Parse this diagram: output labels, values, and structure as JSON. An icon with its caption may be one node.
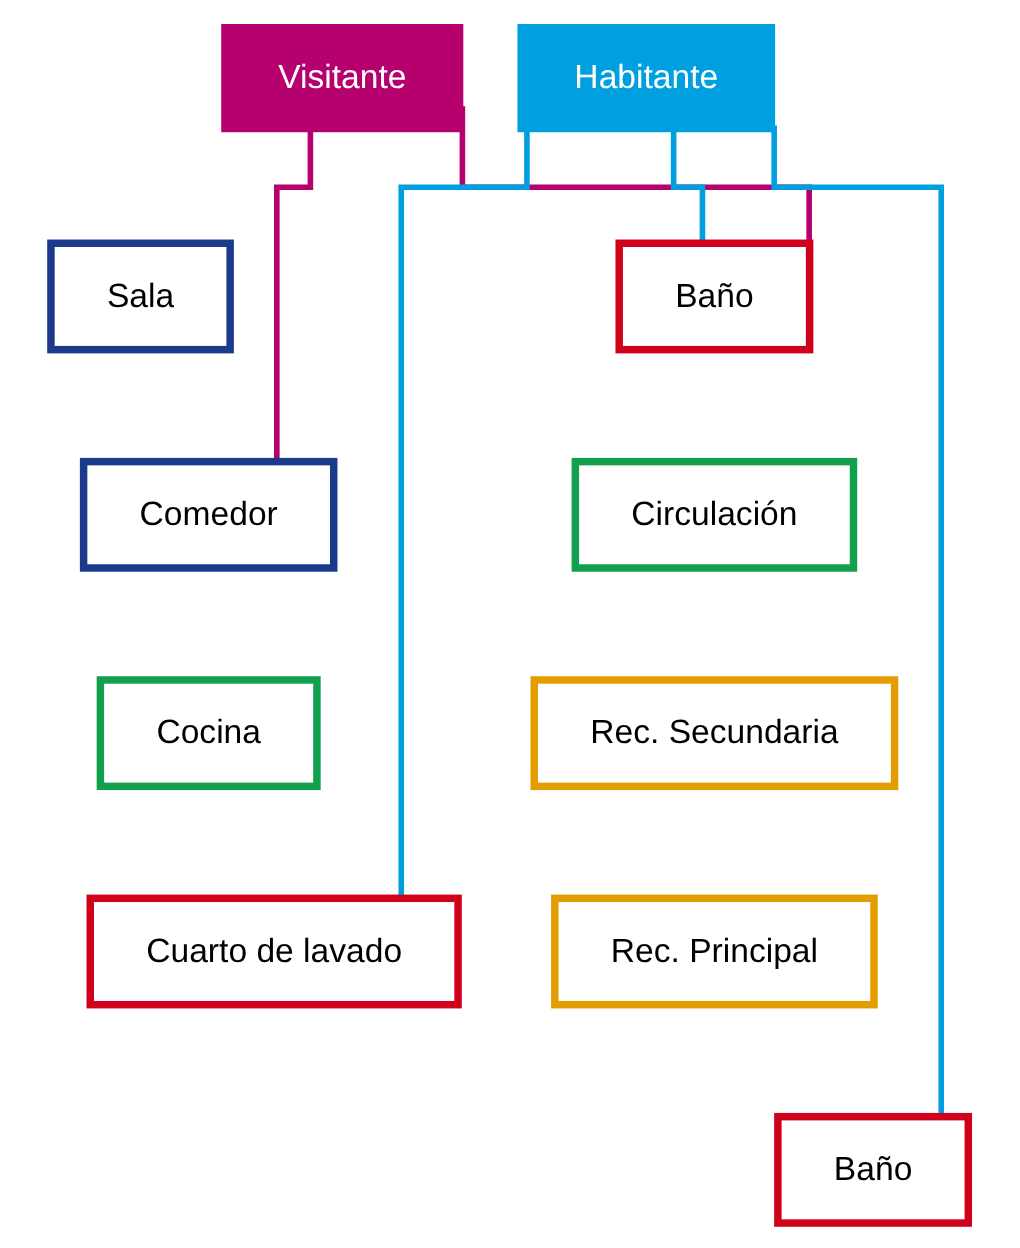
{
  "diagram": {
    "nodes": [
      {
        "text": [
          "Visitante"
        ]
      },
      {
        "text": [
          "Habitante"
        ]
      },
      {
        "text": [
          "Sala"
        ]
      },
      {
        "text": [
          "Baño"
        ]
      },
      {
        "text": [
          "Comedor"
        ]
      },
      {
        "text": [
          "Circulación"
        ]
      },
      {
        "text": [
          "Cocina"
        ]
      },
      {
        "text": [
          "Rec. Secundaria"
        ]
      },
      {
        "text": [
          "Cuarto de lavado"
        ]
      },
      {
        "text": [
          "Rec. Principal"
        ]
      },
      {
        "text": [
          "Baño"
        ]
      }
    ],
    "edges": [
      {
        "from": 0,
        "to": 4,
        "arrow": "none",
        "color": "#b5006e"
      },
      {
        "from": 0,
        "to": 3,
        "arrow": "none",
        "color": "#b5006e"
      },
      {
        "from": 1,
        "to": 3,
        "arrow": "none",
        "color": "#00a0e0"
      },
      {
        "from": 1,
        "to": 8,
        "arrow": "none",
        "color": "#00a0e0"
      },
      {
        "from": 1,
        "to": 10,
        "arrow": "none",
        "color": "#00a0e0"
      }
    ]
  }
}
